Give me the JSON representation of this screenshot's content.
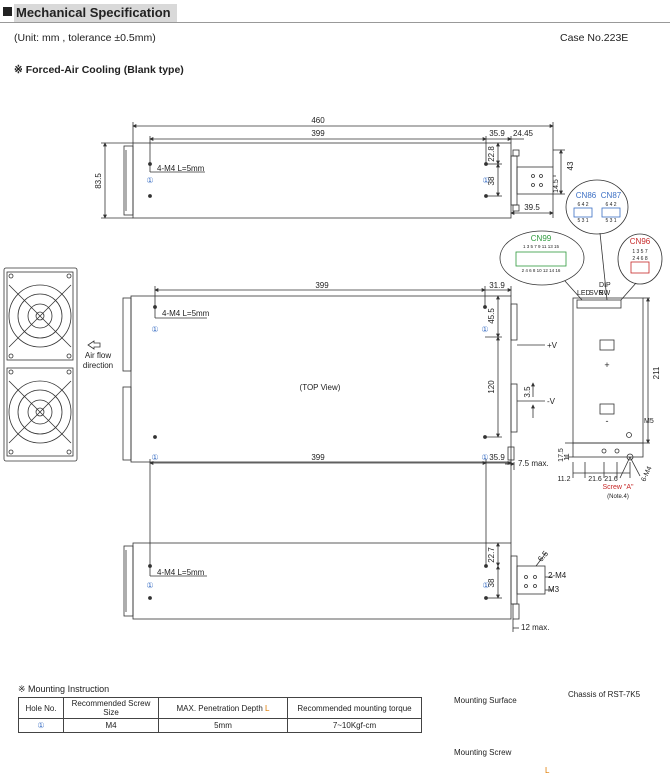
{
  "header": {
    "title": "Mechanical Specification",
    "unit_note": "(Unit: mm , tolerance ±0.5mm)",
    "case_no": "Case No.223E",
    "cooling_note": "※ Forced-Air Cooling (Blank type)"
  },
  "side_view": {
    "dim_total": "460",
    "dim_399": "399",
    "dim_35_9": "35.9",
    "dim_24_45": "24.45",
    "dim_83_5": "83.5",
    "dim_22_8": "22.8",
    "dim_38": "38",
    "dim_43": "43",
    "dim_14_5": "14.5",
    "dim_39_5": "39.5",
    "screw_note": "4-M4 L=5mm",
    "hole_mark": "①"
  },
  "top_view": {
    "dim_399": "399",
    "dim_31_9": "31.9",
    "dim_45_5": "45.5",
    "dim_120": "120",
    "dim_3_5": "3.5",
    "dim_7_5": "7.5 max.",
    "label": "(TOP View)",
    "screw_note": "4-M4 L=5mm",
    "vplus": "+V",
    "vminus": "-V",
    "airflow": "Air flow",
    "direction": "direction",
    "hole_mark": "①"
  },
  "bottom_view": {
    "dim_399": "399",
    "dim_35_9": "35.9",
    "dim_22_7": "22.7",
    "dim_38": "38",
    "dim_6_5": "6.5",
    "m4": "2-M4",
    "m3": "M3",
    "dim_12": "12 max.",
    "screw_note": "4-M4 L=5mm",
    "hole_mark": "①"
  },
  "end_view": {
    "cn86": "CN86",
    "cn87": "CN87",
    "cn96": "CN96",
    "cn99": "CN99",
    "cn86_top": "6 4 2",
    "cn86_bot": "5 3 1",
    "cn87_top": "6 4 2",
    "cn87_bot": "5 3 1",
    "cn96_top": "1 3 5 7",
    "cn96_bot": "2 4 6 8",
    "cn99_top": "1 3 5 7 9 11 13 15",
    "cn99_bot": "2 4 6 8 10 12 14 16",
    "led": "LED",
    "svr": "SVR",
    "dip": "DIP",
    "sw": "SW",
    "dim_211": "211",
    "m5": "M5",
    "dim_17_5": "17.5",
    "dim_11": "11",
    "dim_11_2": "11.2",
    "dim_21_6a": "21.6",
    "dim_21_6b": "21.6",
    "dim_6_m4": "6-M4",
    "screw_a": "Screw \"A\"",
    "note4": "(Note.4)",
    "plus": "+",
    "minus": "-"
  },
  "mounting": {
    "title": "※ Mounting Instruction",
    "columns": [
      "Hole No.",
      "Recommended Screw Size",
      "MAX. Penetration Depth L",
      "Recommended mounting torque"
    ],
    "rows": [
      [
        "①",
        "M4",
        "5mm",
        "7~10Kgf-cm"
      ]
    ],
    "highlight_L": "L",
    "surface_label": "Mounting Surface",
    "chassis_label": "Chassis of RST-7K5",
    "screw_label": "Mounting Screw",
    "dim_L": "L"
  },
  "colors": {
    "line": "#333333",
    "blue": "#3b6fc4",
    "green": "#2e9a3c",
    "red": "#c62828",
    "orange": "#e07b00"
  }
}
